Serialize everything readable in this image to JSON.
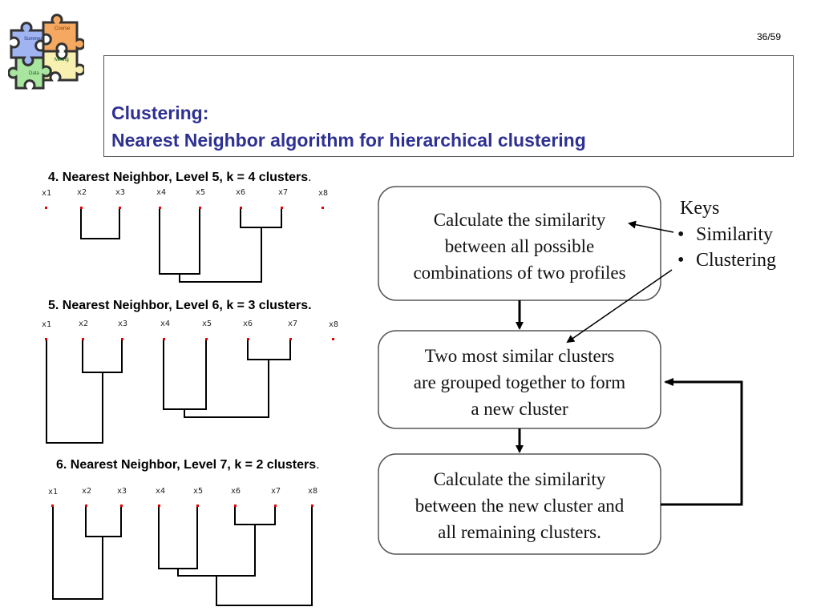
{
  "logo": {
    "pieces": [
      "Course",
      "Summer",
      "Mining",
      "Data"
    ],
    "colors": {
      "course": "#f5a860",
      "summer": "#9fb4f0",
      "mining": "#f8f0b0",
      "data": "#a8e6a0"
    }
  },
  "page_number": "36/59",
  "title": {
    "line1": "Clustering:",
    "line2": "Nearest Neighbor algorithm for hierarchical clustering",
    "color": "#2e3192"
  },
  "dendrograms": [
    {
      "caption": "4. Nearest Neighbor, Level 5, k = 4 clusters",
      "caption_end": ".",
      "labels": [
        "x1",
        "x2",
        "x3",
        "x4",
        "x5",
        "x6",
        "x7",
        "x8"
      ]
    },
    {
      "caption": "5. Nearest Neighbor, Level 6, k = 3 clusters",
      "caption_end": ".",
      "labels": [
        "x1",
        "x2",
        "x3",
        "x4",
        "x5",
        "x6",
        "x7",
        "x8"
      ]
    },
    {
      "caption": "6. Nearest Neighbor, Level 7, k = 2 clusters",
      "caption_end": ".",
      "labels": [
        "x1",
        "x2",
        "x3",
        "x4",
        "x5",
        "x6",
        "x7",
        "x8"
      ]
    }
  ],
  "flowchart": {
    "box1": [
      "Calculate the similarity",
      "between all possible",
      "combinations  of two profiles"
    ],
    "box2": [
      "Two most similar  clusters",
      "are grouped together to form",
      "a new cluster"
    ],
    "box3": [
      "Calculate the similarity",
      "between the new cluster and",
      "all remaining clusters."
    ],
    "keys_title": "Keys",
    "key1": "Similarity",
    "key2": "Clustering",
    "bullet": "•"
  }
}
